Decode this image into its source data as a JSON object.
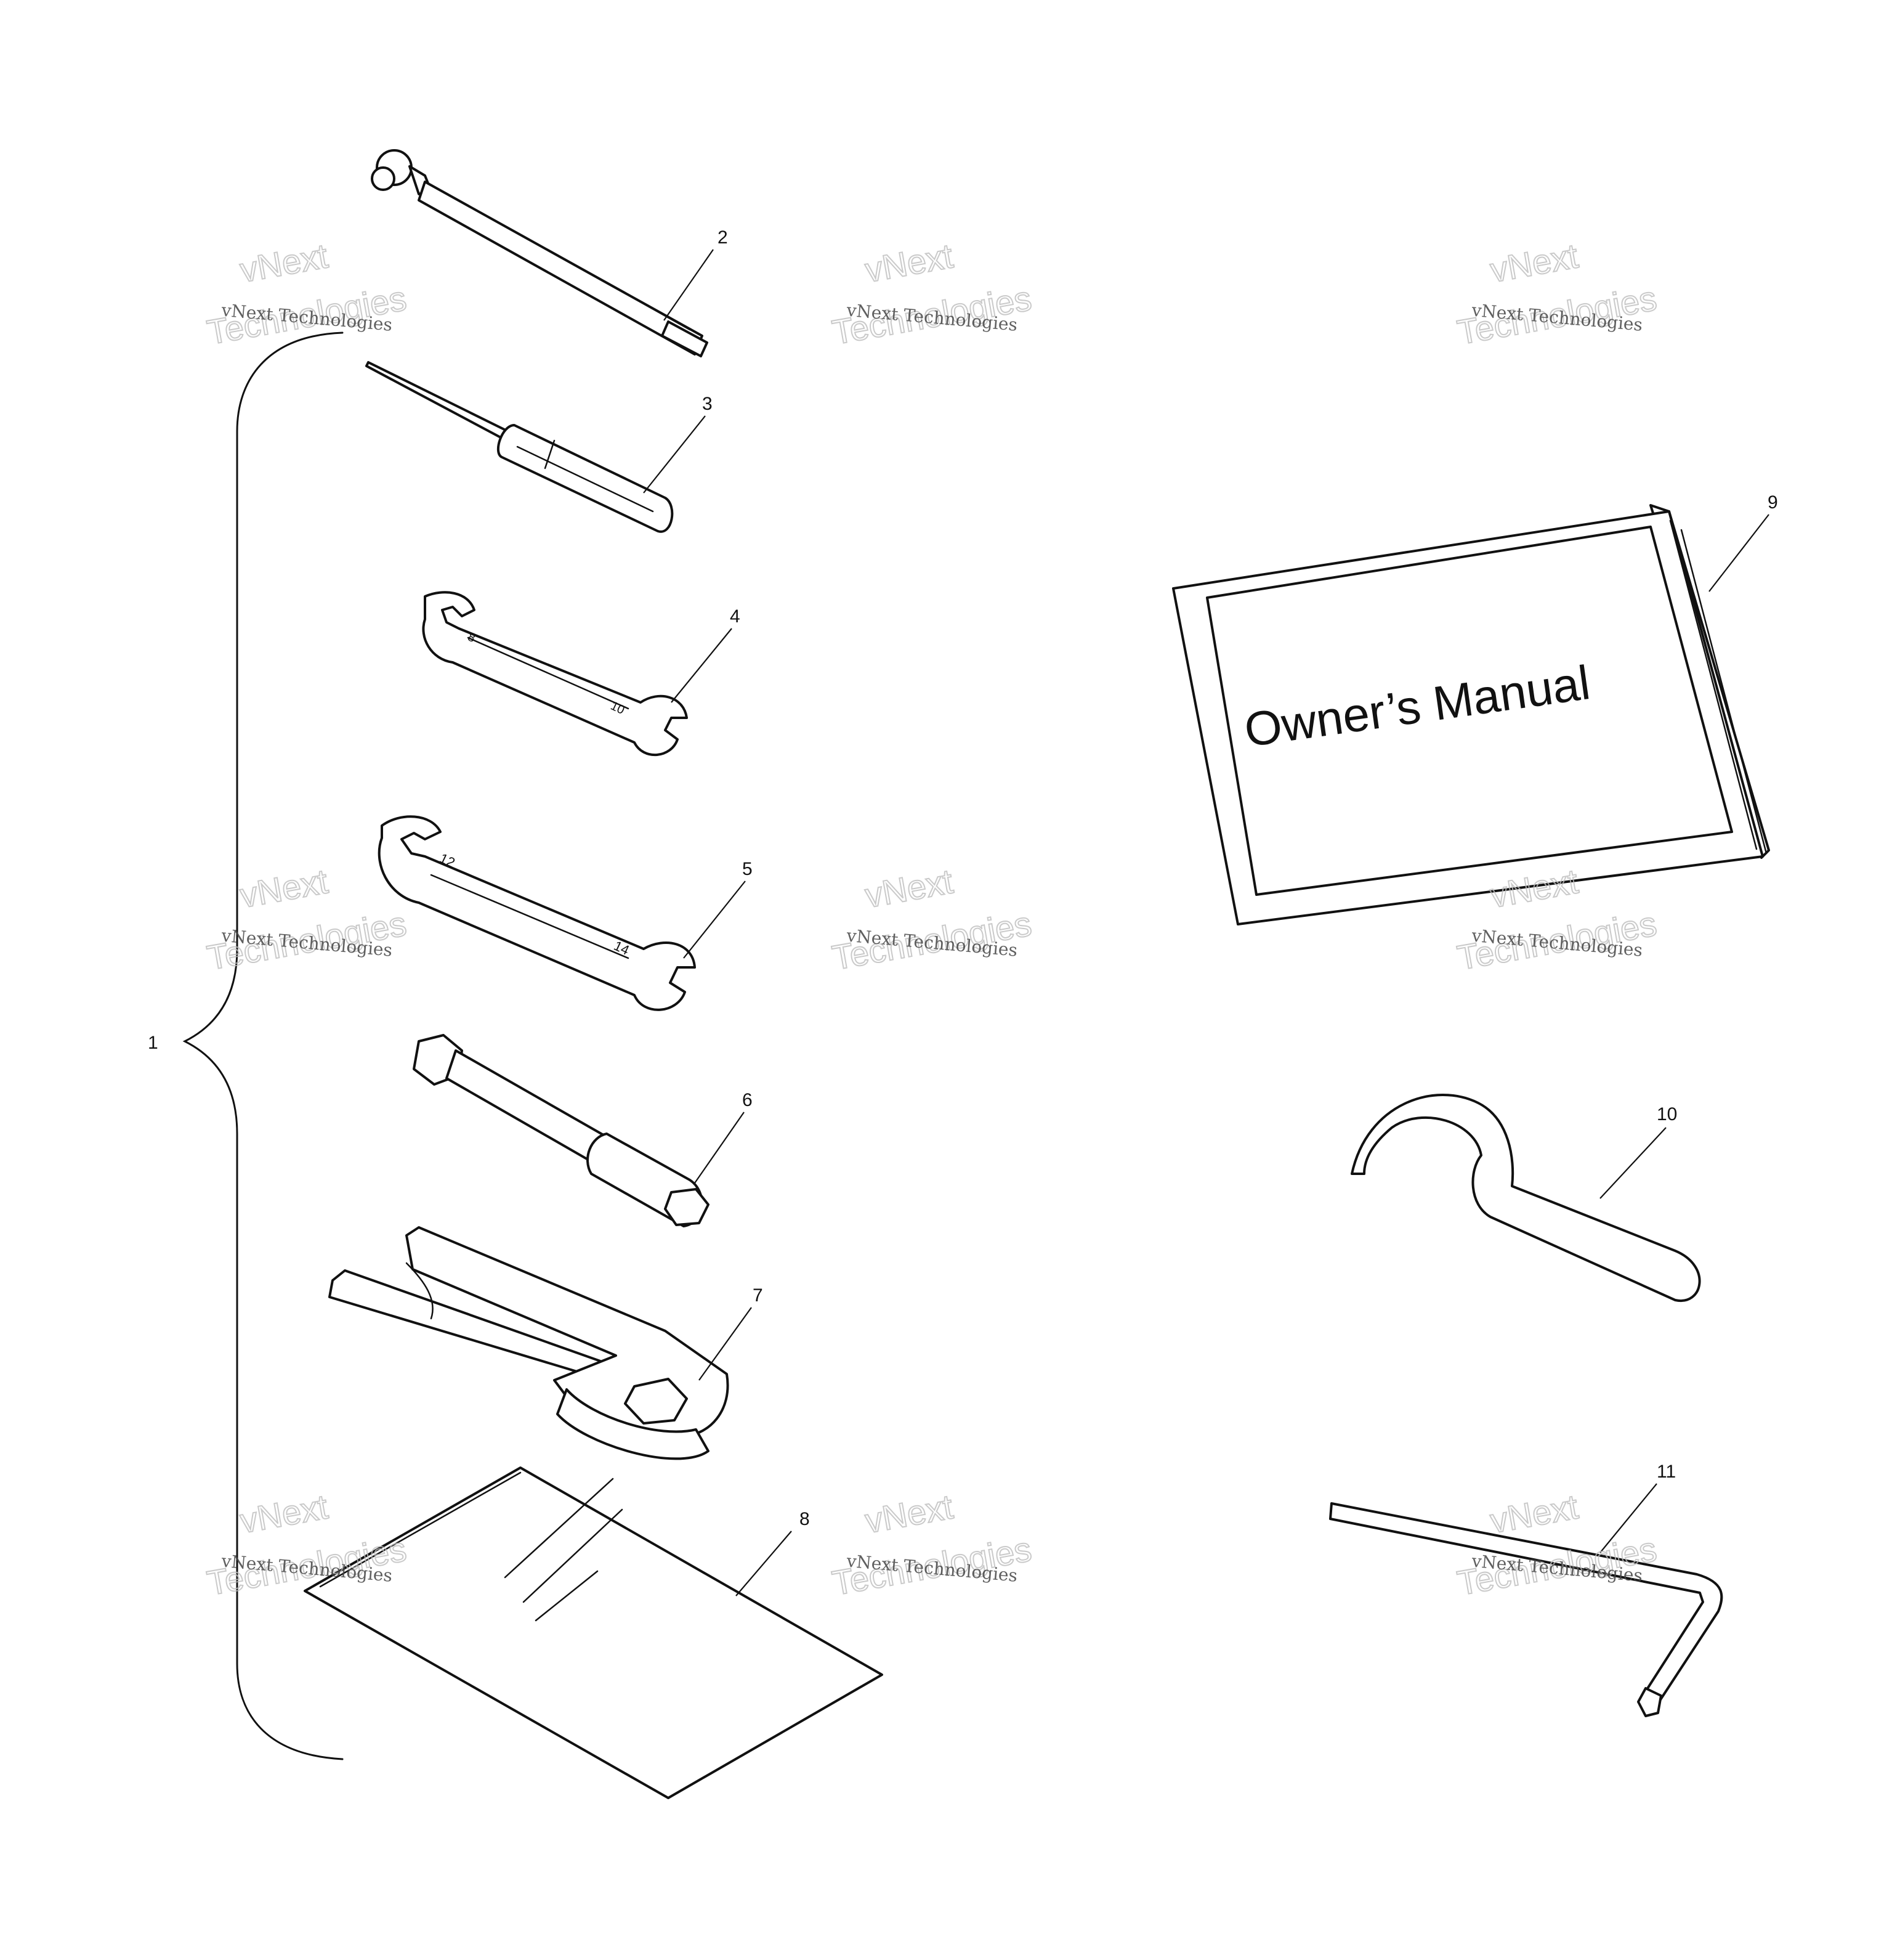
{
  "callouts": {
    "c1": "1",
    "c2": "2",
    "c3": "3",
    "c4": "4",
    "c5": "5",
    "c6": "6",
    "c7": "7",
    "c8": "8",
    "c9": "9",
    "c10": "10",
    "c11": "11"
  },
  "manual": {
    "cover_title": "Owner’s Manual"
  },
  "wrench_sizes": {
    "small_a": "8",
    "small_b": "10",
    "large_a": "12",
    "large_b": "14"
  },
  "watermark": {
    "line1": "vNext Technologies",
    "line2": "vNext",
    "line3": "Technologies"
  }
}
